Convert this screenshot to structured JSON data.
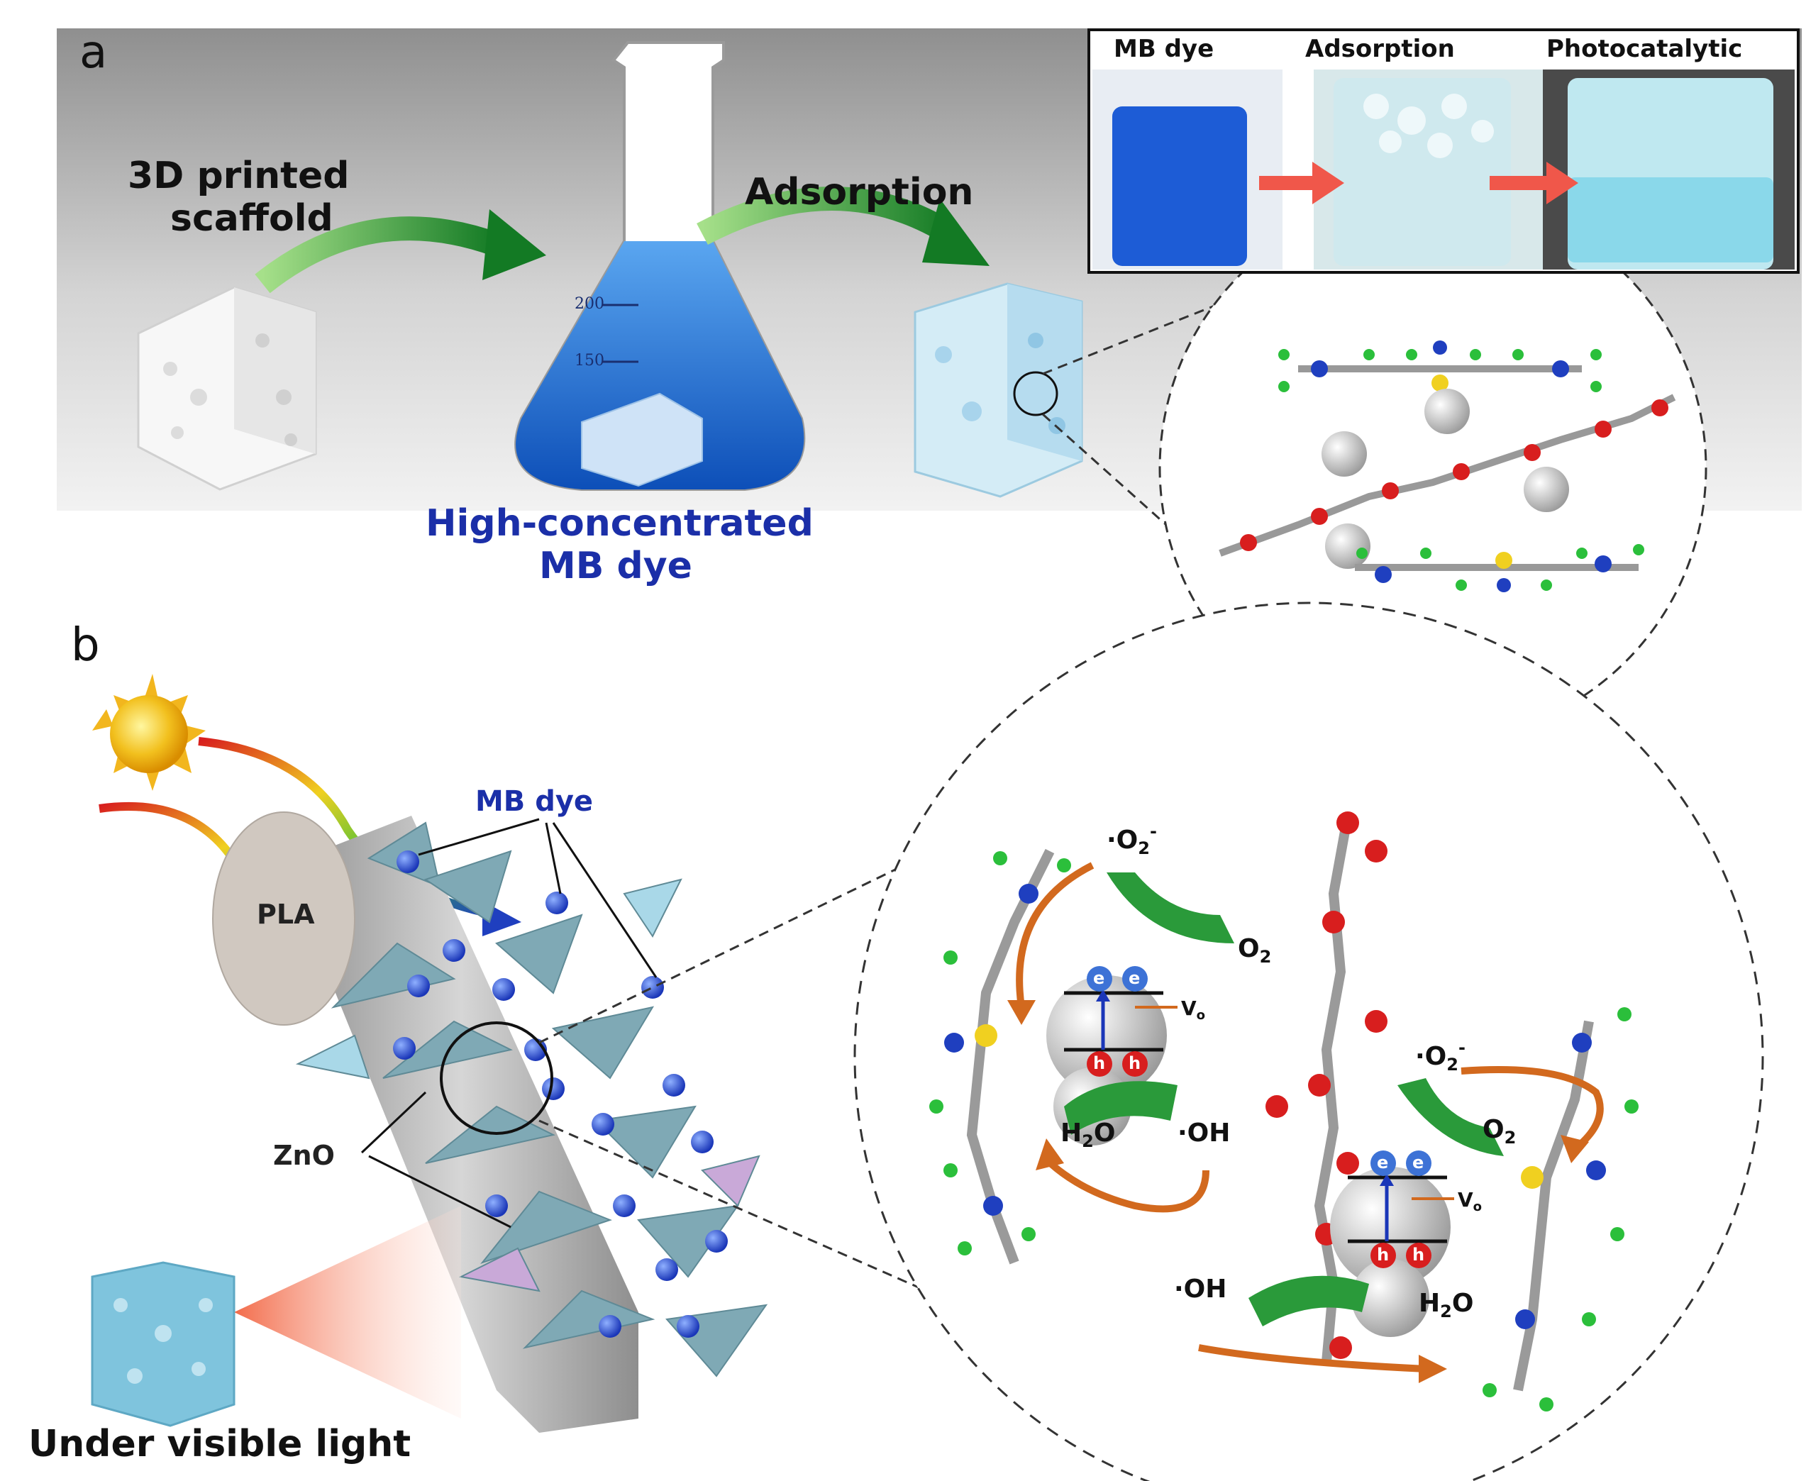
{
  "panel_a": {
    "letter": "a",
    "label_scaffold_line1": "3D printed",
    "label_scaffold_line2": "scaffold",
    "label_adsorption": "Adsorption",
    "label_dye_line1": "High-concentrated",
    "label_dye_line2": "MB dye",
    "flask_mark_200": "200",
    "flask_mark_150": "150",
    "inset": {
      "col1": "MB dye",
      "col2": "Adsorption",
      "col3": "Photocatalytic"
    }
  },
  "panel_b": {
    "letter": "b",
    "label_mb_dye": "MB dye",
    "label_pla": "PLA",
    "label_zno": "ZnO",
    "label_visible_light": "Under visible light",
    "mechanism": {
      "o2_radical": "·O",
      "o2_radical_sub": "2",
      "o2_radical_sup": "-",
      "o2": "O",
      "o2_sub": "2",
      "h2o_h": "H",
      "h2o_sub": "2",
      "h2o_o": "O",
      "oh_radical": "·OH",
      "electron": "e",
      "hole": "h",
      "vacancy": "V",
      "vacancy_sub": "o"
    }
  },
  "colors": {
    "mb_blue": "#1e64d8",
    "arrow_green": "#1f8a2e",
    "arrow_orange": "#d2691e",
    "zno_spike": "#7fa9b5",
    "oxygen_red": "#d81e1e",
    "nitrogen_blue": "#1f3fbf",
    "sulfur_yellow": "#f0d020",
    "hydrogen_green": "#2bbf3b"
  }
}
